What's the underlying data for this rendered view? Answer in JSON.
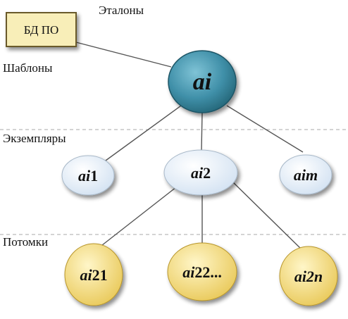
{
  "levels": {
    "etalony": "Эталоны",
    "shablony": "Шаблоны",
    "ekzemplyary": "Экземпляры",
    "potomki": "Потомки"
  },
  "db_box": {
    "label": "БД ПО"
  },
  "nodes": {
    "root": {
      "italic": "ai",
      "suffix": ""
    },
    "inst1": {
      "italic": "ai",
      "suffix": "1"
    },
    "inst2": {
      "italic": "ai",
      "suffix": "2"
    },
    "instm": {
      "italic": "aim",
      "suffix": ""
    },
    "desc21": {
      "italic": "ai",
      "suffix": "21"
    },
    "desc22": {
      "italic": "ai",
      "suffix": "22..."
    },
    "desc2n": {
      "italic": "ai2n",
      "suffix": ""
    }
  },
  "colors": {
    "root_fill": "#3f8fa8",
    "instance_fill": "#e7f0f9",
    "descendant_fill": "#f5df8a",
    "box_fill": "#f8eeb8",
    "box_border": "#6b5a2a",
    "line": "#555555",
    "divider": "#aaaaaa"
  }
}
